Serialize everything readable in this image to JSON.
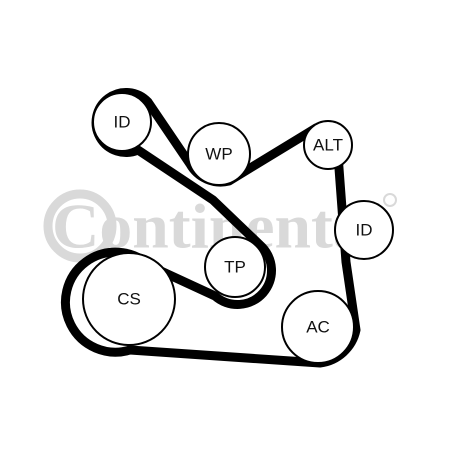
{
  "watermark": {
    "text": "Continental",
    "color": "#d9d9d9"
  },
  "belt_color": "#000000",
  "pulleys": [
    {
      "id": "id-top",
      "label": "ID"
    },
    {
      "id": "wp",
      "label": "WP"
    },
    {
      "id": "alt",
      "label": "ALT"
    },
    {
      "id": "id-right",
      "label": "ID"
    },
    {
      "id": "tp",
      "label": "TP"
    },
    {
      "id": "cs",
      "label": "CS"
    },
    {
      "id": "ac",
      "label": "AC"
    }
  ]
}
